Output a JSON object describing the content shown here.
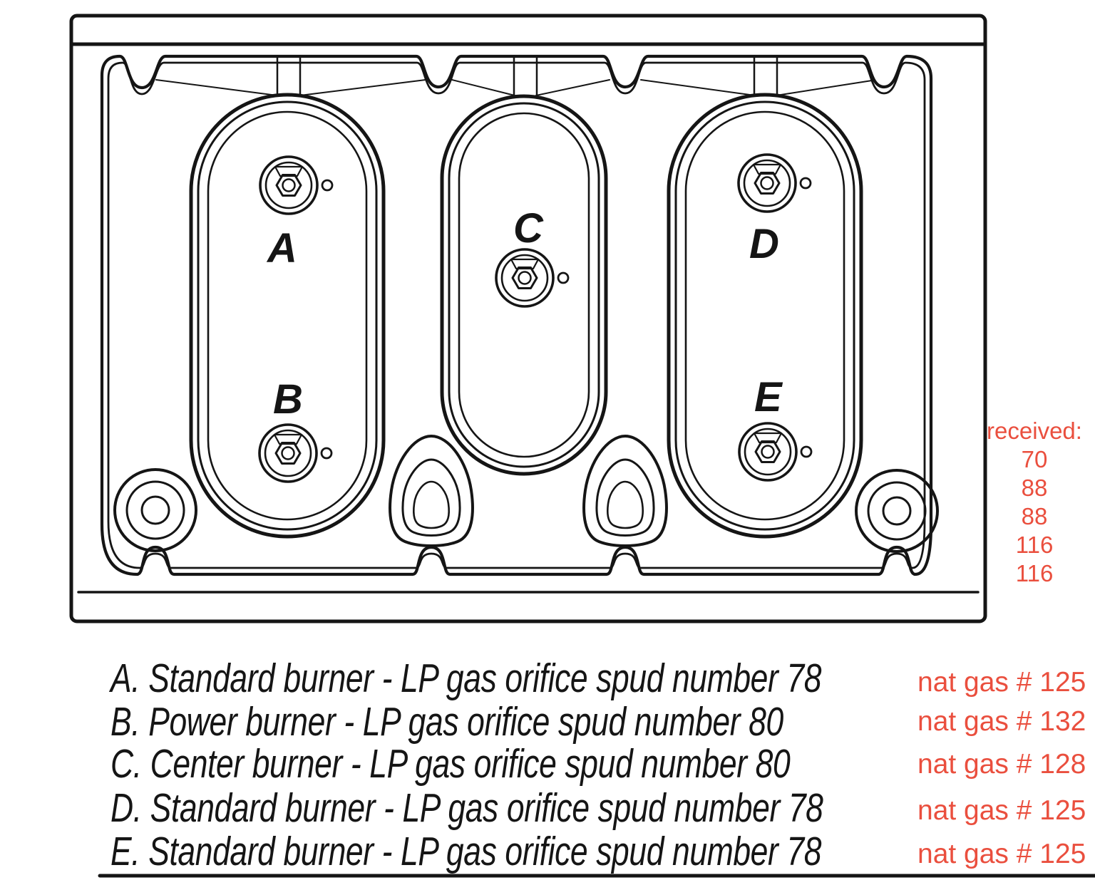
{
  "colors": {
    "ink": "#151515",
    "accent": "#ea4f3e",
    "paper": "#ffffff"
  },
  "burner_letters": [
    "A",
    "B",
    "C",
    "D",
    "E"
  ],
  "received": {
    "title": "received:",
    "values": [
      "70",
      "88",
      "88",
      "116",
      "116"
    ]
  },
  "legend": [
    {
      "text": "A. Standard burner - LP gas orifice spud number 78",
      "nat_gas": "nat gas # 125"
    },
    {
      "text": "B. Power burner - LP gas orifice spud number 80",
      "nat_gas": "nat gas # 132"
    },
    {
      "text": "C. Center burner - LP gas orifice spud number 80",
      "nat_gas": "nat gas # 128"
    },
    {
      "text": "D. Standard burner - LP gas orifice spud number 78",
      "nat_gas": "nat gas # 125"
    },
    {
      "text": "E. Standard burner - LP gas orifice spud number 78",
      "nat_gas": "nat gas # 125"
    }
  ]
}
